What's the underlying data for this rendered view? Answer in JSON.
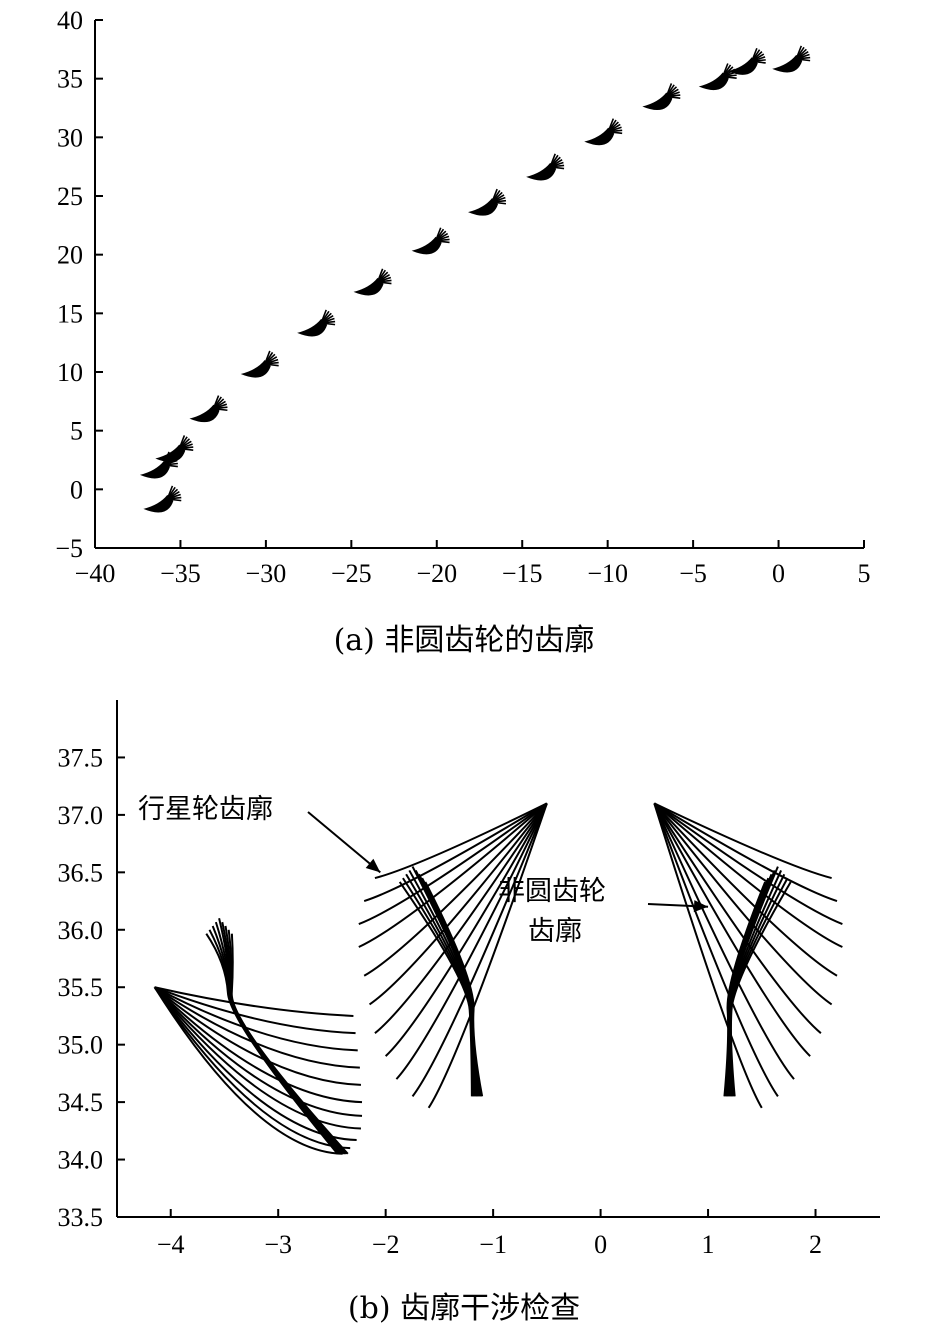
{
  "chart_data": [
    {
      "type": "line",
      "caption": "(a) 非圆齿轮的齿廓",
      "title": "",
      "xlabel": "",
      "ylabel": "",
      "xlim": [
        -40,
        5
      ],
      "ylim": [
        -5,
        40
      ],
      "xticks": [
        -40,
        -35,
        -30,
        -25,
        -20,
        -15,
        -10,
        -5,
        0,
        5
      ],
      "yticks": [
        -5,
        0,
        5,
        10,
        15,
        20,
        25,
        30,
        35,
        40
      ],
      "xtick_labels": [
        "−40",
        "−35",
        "−30",
        "−25",
        "−20",
        "−15",
        "−10",
        "−5",
        "0",
        "5"
      ],
      "ytick_labels": [
        "−5",
        "0",
        "5",
        "10",
        "15",
        "20",
        "25",
        "30",
        "35",
        "40"
      ],
      "series": [
        {
          "marks": "tooth-profile clusters",
          "points": [
            {
              "x": 0.8,
              "y": 36.0
            },
            {
              "x": -1.8,
              "y": 35.8
            },
            {
              "x": -3.5,
              "y": 34.5
            },
            {
              "x": -6.8,
              "y": 32.8
            },
            {
              "x": -10.2,
              "y": 29.8
            },
            {
              "x": -13.6,
              "y": 26.8
            },
            {
              "x": -17.0,
              "y": 23.8
            },
            {
              "x": -20.3,
              "y": 20.5
            },
            {
              "x": -23.7,
              "y": 17.0
            },
            {
              "x": -27.0,
              "y": 13.5
            },
            {
              "x": -30.3,
              "y": 10.0
            },
            {
              "x": -33.3,
              "y": 6.2
            },
            {
              "x": -35.3,
              "y": 2.8
            },
            {
              "x": -36.2,
              "y": 1.4
            },
            {
              "x": -36.0,
              "y": -1.5
            }
          ]
        }
      ]
    },
    {
      "type": "line",
      "caption": "(b) 齿廓干涉检查",
      "title": "",
      "xlabel": "",
      "ylabel": "",
      "xlim": [
        -4.5,
        2.6
      ],
      "ylim": [
        33.5,
        38
      ],
      "xticks": [
        -4,
        -3,
        -2,
        -1,
        0,
        1,
        2
      ],
      "yticks": [
        33.5,
        34.0,
        34.5,
        35.0,
        35.5,
        36.0,
        36.5,
        37.0,
        37.5
      ],
      "xtick_labels": [
        "−4",
        "−3",
        "−2",
        "−1",
        "0",
        "1",
        "2"
      ],
      "ytick_labels": [
        "33.5",
        "34.0",
        "34.5",
        "35.0",
        "35.5",
        "36.0",
        "36.5",
        "37.0",
        "37.5"
      ],
      "annotations": [
        {
          "text": "行星轮齿廓",
          "point_at": {
            "x": -2.05,
            "y": 36.5
          }
        },
        {
          "text_lines": [
            "非圆齿轮",
            "齿廓"
          ],
          "point_at": {
            "x": 1.0,
            "y": 36.2
          }
        }
      ],
      "families": [
        {
          "role": "planet-gear-profiles",
          "count": 11,
          "tip": {
            "x": -0.5,
            "y": 37.1
          },
          "ends": [
            {
              "x": -2.1,
              "y": 36.45
            },
            {
              "x": -2.2,
              "y": 36.25
            },
            {
              "x": -2.25,
              "y": 36.05
            },
            {
              "x": -2.25,
              "y": 35.85
            },
            {
              "x": -2.2,
              "y": 35.6
            },
            {
              "x": -2.15,
              "y": 35.35
            },
            {
              "x": -2.1,
              "y": 35.1
            },
            {
              "x": -2.0,
              "y": 34.9
            },
            {
              "x": -1.9,
              "y": 34.7
            },
            {
              "x": -1.75,
              "y": 34.55
            },
            {
              "x": -1.6,
              "y": 34.45
            }
          ]
        },
        {
          "role": "planet-gear-profiles",
          "count": 11,
          "tip": {
            "x": 0.5,
            "y": 37.1
          },
          "ends": [
            {
              "x": 2.15,
              "y": 36.45
            },
            {
              "x": 2.2,
              "y": 36.25
            },
            {
              "x": 2.25,
              "y": 36.05
            },
            {
              "x": 2.25,
              "y": 35.85
            },
            {
              "x": 2.2,
              "y": 35.6
            },
            {
              "x": 2.15,
              "y": 35.35
            },
            {
              "x": 2.05,
              "y": 35.1
            },
            {
              "x": 1.95,
              "y": 34.9
            },
            {
              "x": 1.8,
              "y": 34.7
            },
            {
              "x": 1.65,
              "y": 34.55
            },
            {
              "x": 1.5,
              "y": 34.45
            }
          ]
        },
        {
          "role": "planet-gear-profiles",
          "count": 11,
          "tip": {
            "x": -4.15,
            "y": 35.5
          },
          "ends": [
            {
              "x": -2.3,
              "y": 35.25
            },
            {
              "x": -2.28,
              "y": 35.1
            },
            {
              "x": -2.26,
              "y": 34.95
            },
            {
              "x": -2.24,
              "y": 34.8
            },
            {
              "x": -2.23,
              "y": 34.65
            },
            {
              "x": -2.22,
              "y": 34.5
            },
            {
              "x": -2.22,
              "y": 34.38
            },
            {
              "x": -2.23,
              "y": 34.27
            },
            {
              "x": -2.27,
              "y": 34.17
            },
            {
              "x": -2.33,
              "y": 34.1
            },
            {
              "x": -2.4,
              "y": 34.05
            }
          ]
        }
      ],
      "gear_profiles": [
        {
          "side": "left",
          "top": {
            "x": -1.75,
            "y": 36.55
          },
          "neck": {
            "x": -1.2,
            "y": 35.3
          },
          "bottom": {
            "x": -1.15,
            "y": 34.55
          }
        },
        {
          "side": "right",
          "top": {
            "x": 1.65,
            "y": 36.55
          },
          "neck": {
            "x": 1.2,
            "y": 35.3
          },
          "bottom": {
            "x": 1.2,
            "y": 34.55
          }
        },
        {
          "side": "lower",
          "top": {
            "x": -3.55,
            "y": 36.1
          },
          "neck": {
            "x": -3.45,
            "y": 35.45
          },
          "bottom": {
            "x": -2.4,
            "y": 34.05
          }
        }
      ]
    }
  ]
}
